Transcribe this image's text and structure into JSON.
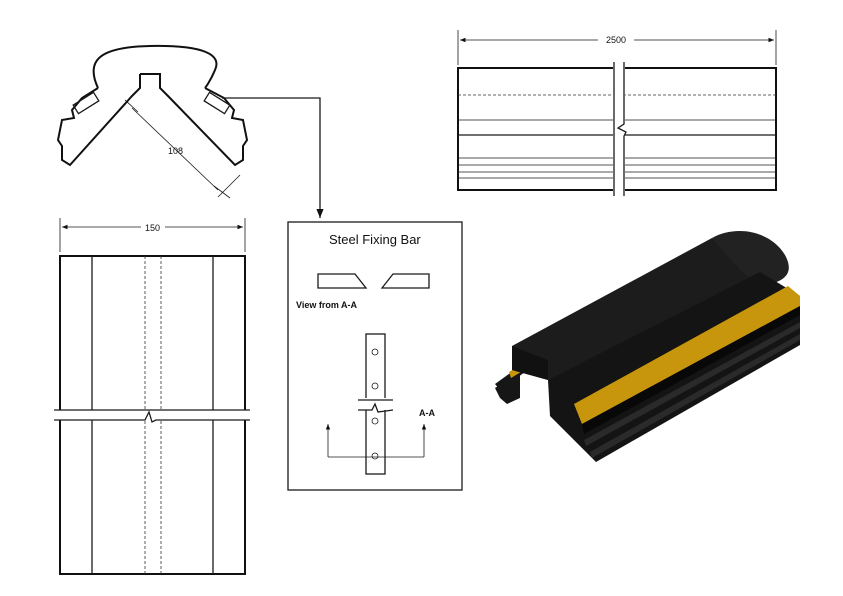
{
  "dimensions": {
    "length": "2500",
    "width": "150",
    "leg": "108"
  },
  "fixing_bar": {
    "title": "Steel Fixing Bar",
    "view_label": "View from A-A",
    "section_label": "A-A"
  },
  "colors": {
    "line": "#1a1a1a",
    "rubber": "#161616",
    "stripe": "#c8960c"
  }
}
